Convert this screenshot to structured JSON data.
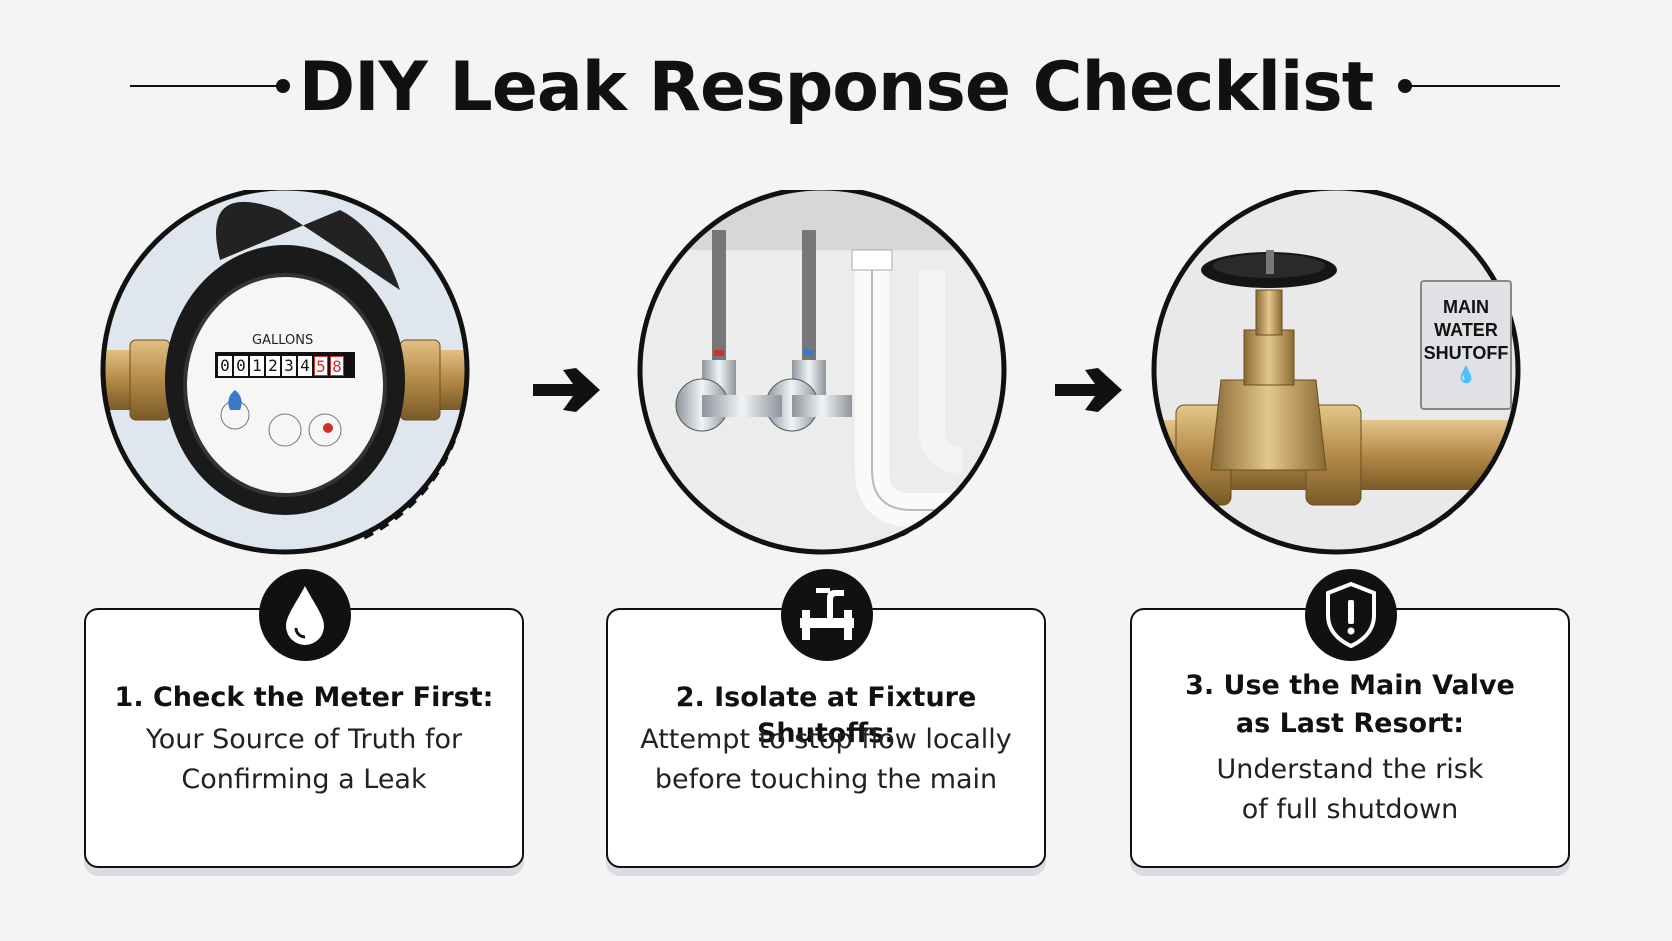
{
  "title": "DIY Leak Response Checklist",
  "steps": [
    {
      "title": "1. Check the Meter First:",
      "desc_line1": "Your Source of Truth for",
      "desc_line2": "Confirming a Leak"
    },
    {
      "title": "2. Isolate at Fixture Shutoffs:",
      "desc_line1": "Attempt to stop flow locally",
      "desc_line2": "before touching the main"
    },
    {
      "title_line1": "3. Use the Main Valve",
      "title_line2": "as Last Resort:",
      "desc_line1": "Understand the risk",
      "desc_line2": "of full shutdown"
    }
  ],
  "meter": {
    "label": "GALLONS",
    "digits": [
      "0",
      "0",
      "1",
      "2",
      "3",
      "4",
      "5",
      "8"
    ]
  },
  "sign": {
    "line1": "MAIN",
    "line2": "WATER",
    "line3": "SHUTOFF"
  },
  "icons": {
    "step1_badge": "water-drop-icon",
    "step2_badge": "fixture-valve-icon",
    "step3_badge": "shield-alert-icon",
    "connector": "arrow-right-icon"
  },
  "colors": {
    "ink": "#111111",
    "brass": "#b48a48",
    "chrome": "#c9ced4",
    "accent_red": "#d0302b",
    "accent_blue": "#3a78c9"
  }
}
